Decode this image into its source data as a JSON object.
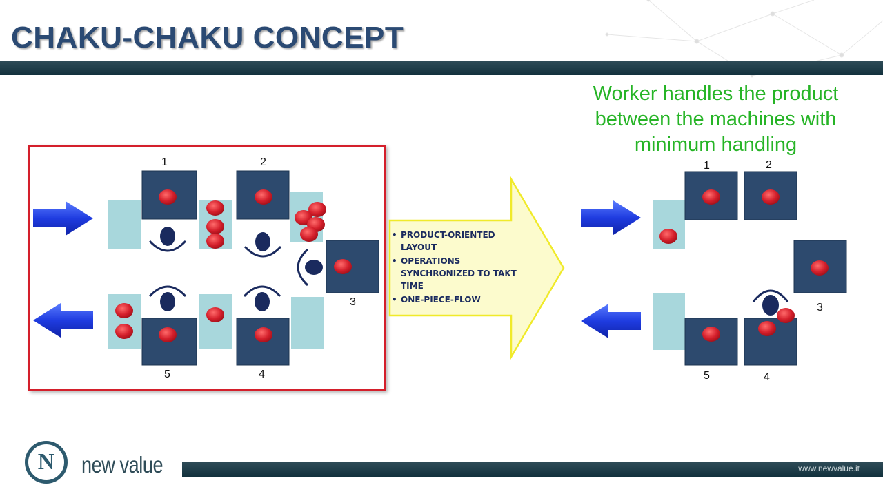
{
  "title": "CHAKU-CHAKU CONCEPT",
  "headline": "Worker handles the product between the machines with minimum handling",
  "left_diagram": {
    "labels": [
      "1",
      "2",
      "3",
      "4",
      "5"
    ]
  },
  "center_arrow": {
    "bullets": [
      "PRODUCT-ORIENTED LAYOUT",
      "OPERATIONS SYNCHRONIZED TO TAKT TIME",
      "ONE-PIECE-FLOW"
    ]
  },
  "right_diagram": {
    "labels": [
      "1",
      "2",
      "3",
      "4",
      "5"
    ]
  },
  "footer": {
    "logo_letter": "N",
    "brand": "new value",
    "url": "www.newvalue.it"
  },
  "colors": {
    "title": "#2b4a73",
    "headline": "#26b426",
    "machine": "#2d4a6e",
    "buffer": "#a8d7dc",
    "part": "#d41f2b",
    "flow_arrow": "#1f3ce0",
    "frame": "#d41f2b",
    "callout_fill": "#fcfbcd",
    "callout_border": "#f0ea2a"
  }
}
